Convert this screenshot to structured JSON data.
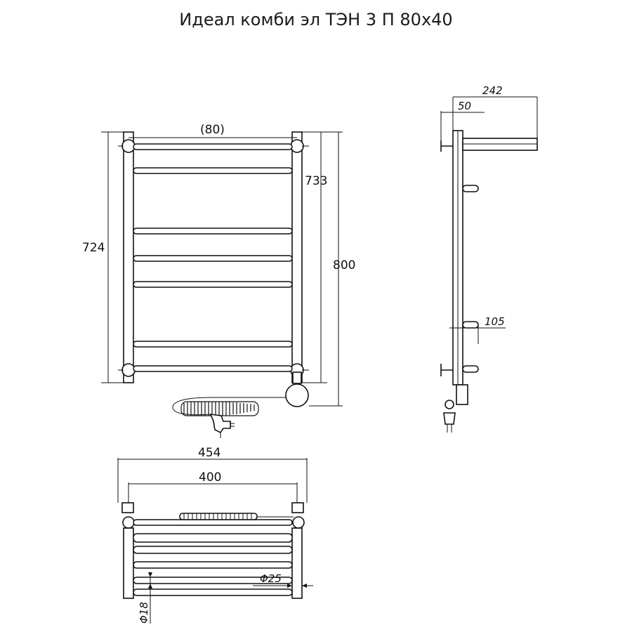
{
  "title": "Идеал комби эл ТЭН 3 П 80х40",
  "front_view": {
    "width_label": "(80)",
    "rail_height_label": "724",
    "collector_height_label": "733",
    "total_height_label": "800"
  },
  "side_view": {
    "depth_label": "242",
    "offset_label": "50",
    "shelf_gap_label": "105"
  },
  "top_view": {
    "overall_width_label": "454",
    "axis_width_label": "400",
    "collector_diameter_label": "Φ25",
    "rung_diameter_label": "Φ18"
  }
}
